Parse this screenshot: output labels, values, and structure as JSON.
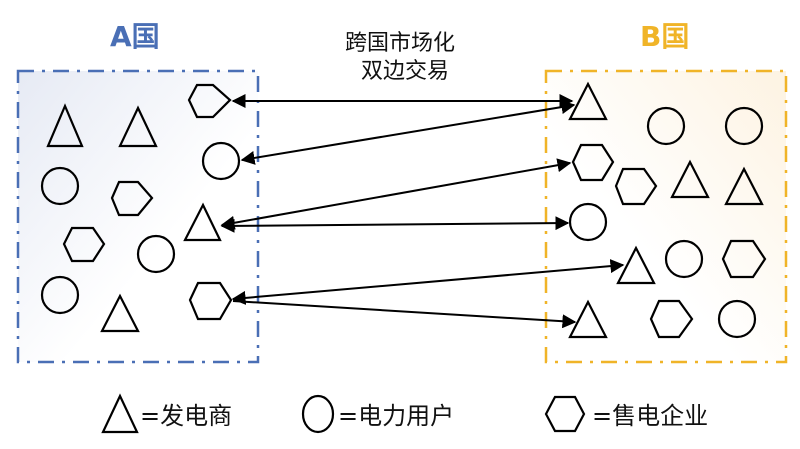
{
  "country_a": {
    "label": "A国",
    "color": "#4a6fb5"
  },
  "country_b": {
    "label": "B国",
    "color": "#f0b428"
  },
  "center_label": {
    "line1": "跨国市场化",
    "line2": "双边交易"
  },
  "legend": [
    {
      "shape": "triangle",
      "label": "=发电商"
    },
    {
      "shape": "circle",
      "label": "=电力用户"
    },
    {
      "shape": "hexagon",
      "label": "=售电企业"
    }
  ]
}
